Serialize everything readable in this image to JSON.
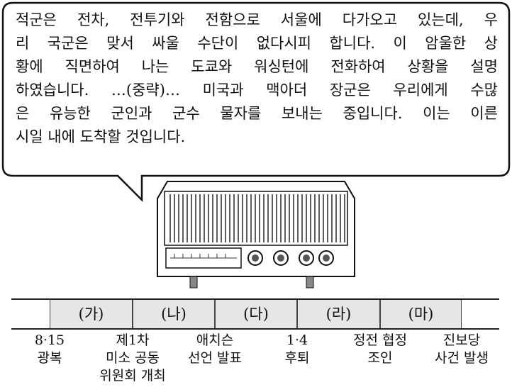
{
  "speech": {
    "lines": [
      "적군은 전차, 전투기와 전함으로 서울에 다가오고 있는데, 우",
      "리 국군은 맞서 싸울 수단이 없다시피 합니다. 이 암울한 상",
      "황에 직면하여 나는 도쿄와 워싱턴에 전화하여 상황을 설명",
      "하였습니다. …(중략)… 미국과 맥아더 장군은 우리에게 수많",
      "은 유능한 군인과 군수 물자를 보내는 중입니다. 이는 이른",
      "시일 내에 도착할 것입니다."
    ]
  },
  "timeline": {
    "segments": [
      "(가)",
      "(나)",
      "(다)",
      "(라)",
      "(마)"
    ],
    "events": [
      {
        "line1": "8·15",
        "line2": "광복",
        "line3": ""
      },
      {
        "line1": "제1차",
        "line2": "미소 공동",
        "line3": "위원회 개최"
      },
      {
        "line1": "애치슨",
        "line2": "선언 발표",
        "line3": ""
      },
      {
        "line1": "1·4",
        "line2": "후퇴",
        "line3": ""
      },
      {
        "line1": "정전 협정",
        "line2": "조인",
        "line3": ""
      },
      {
        "line1": "진보당",
        "line2": "사건 발생",
        "line3": ""
      }
    ]
  }
}
